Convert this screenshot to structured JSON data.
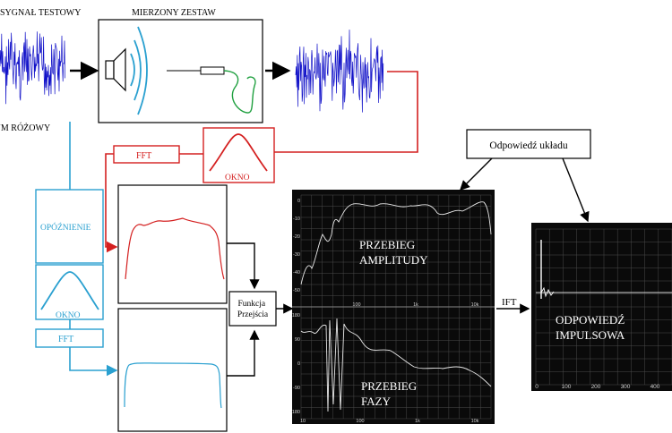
{
  "labels": {
    "test_signal": "SYGNAŁ TESTOWY",
    "pink_noise": "SZUM RÓŻOWY",
    "measured_set": "MIERZONY ZESTAW",
    "fft_red": "FFT",
    "window_red": "OKNO",
    "delay": "OPÓŹNIENIE",
    "window_blue": "OKNO",
    "fft_blue": "FFT",
    "transfer_function": "Funkcja\nPrzejścia",
    "system_response": "Odpowiedź układu",
    "amplitude": "PRZEBIEG\nAMPLITUDY",
    "phase": "PRZEBIEG\nFAZY",
    "ift": "IFT",
    "impulse": "ODPOWIEDŹ\nIMPULSOWA"
  },
  "amp_ticks": {
    "y": [
      "0",
      "-10",
      "-20",
      "-30",
      "-40",
      "-50"
    ],
    "x": [
      "100",
      "1k",
      "10k"
    ]
  },
  "phase_ticks": {
    "y": [
      "180",
      "90",
      "0",
      "-90",
      "-180"
    ],
    "x": [
      "10",
      "100",
      "1k",
      "10k"
    ]
  },
  "impulse_ticks": {
    "x": [
      "0",
      "100",
      "200",
      "300",
      "400"
    ]
  },
  "colors": {
    "noise": "#1010c8",
    "red_path": "#d42020",
    "blue_path": "#2aa0d0",
    "mic_cable": "#20a040",
    "plot_bg": "#0a0a0a",
    "plot_trace": "#e8e8e8"
  }
}
